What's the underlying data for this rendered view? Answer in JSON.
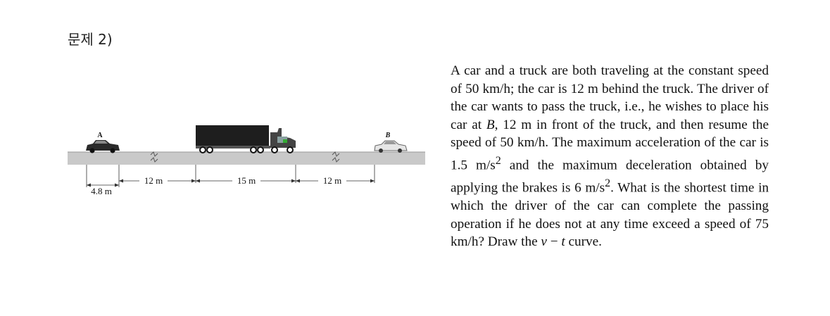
{
  "heading": "문제 2)",
  "figure": {
    "label_a": "A",
    "label_b": "B",
    "dim_car_length": "4.8 m",
    "dim_gap_behind": "12 m",
    "dim_truck_length": "15 m",
    "dim_gap_ahead": "12 m"
  },
  "problem": {
    "part1": "A car and a truck are both traveling at the constant speed of 50 km/h; the car is 12 m behind the truck. The driver of the car wants to pass the truck, i.e., he wishes to place his car at ",
    "b": "B",
    "part2": ", 12 m in front of the truck, and then resume the speed of 50 km/h. The maximum acceleration of the car is 1.5 m/s",
    "exp1": "2",
    "part3": " and the maximum deceleration obtained by applying the brakes is 6 m/s",
    "exp2": "2",
    "part4": ". What is the shortest time in which the driver of the car can complete the passing operation if he does not at any time exceed a speed of 75 km/h? Draw the ",
    "v": "v",
    "dash": " − ",
    "t": "t",
    "part5": " curve."
  }
}
